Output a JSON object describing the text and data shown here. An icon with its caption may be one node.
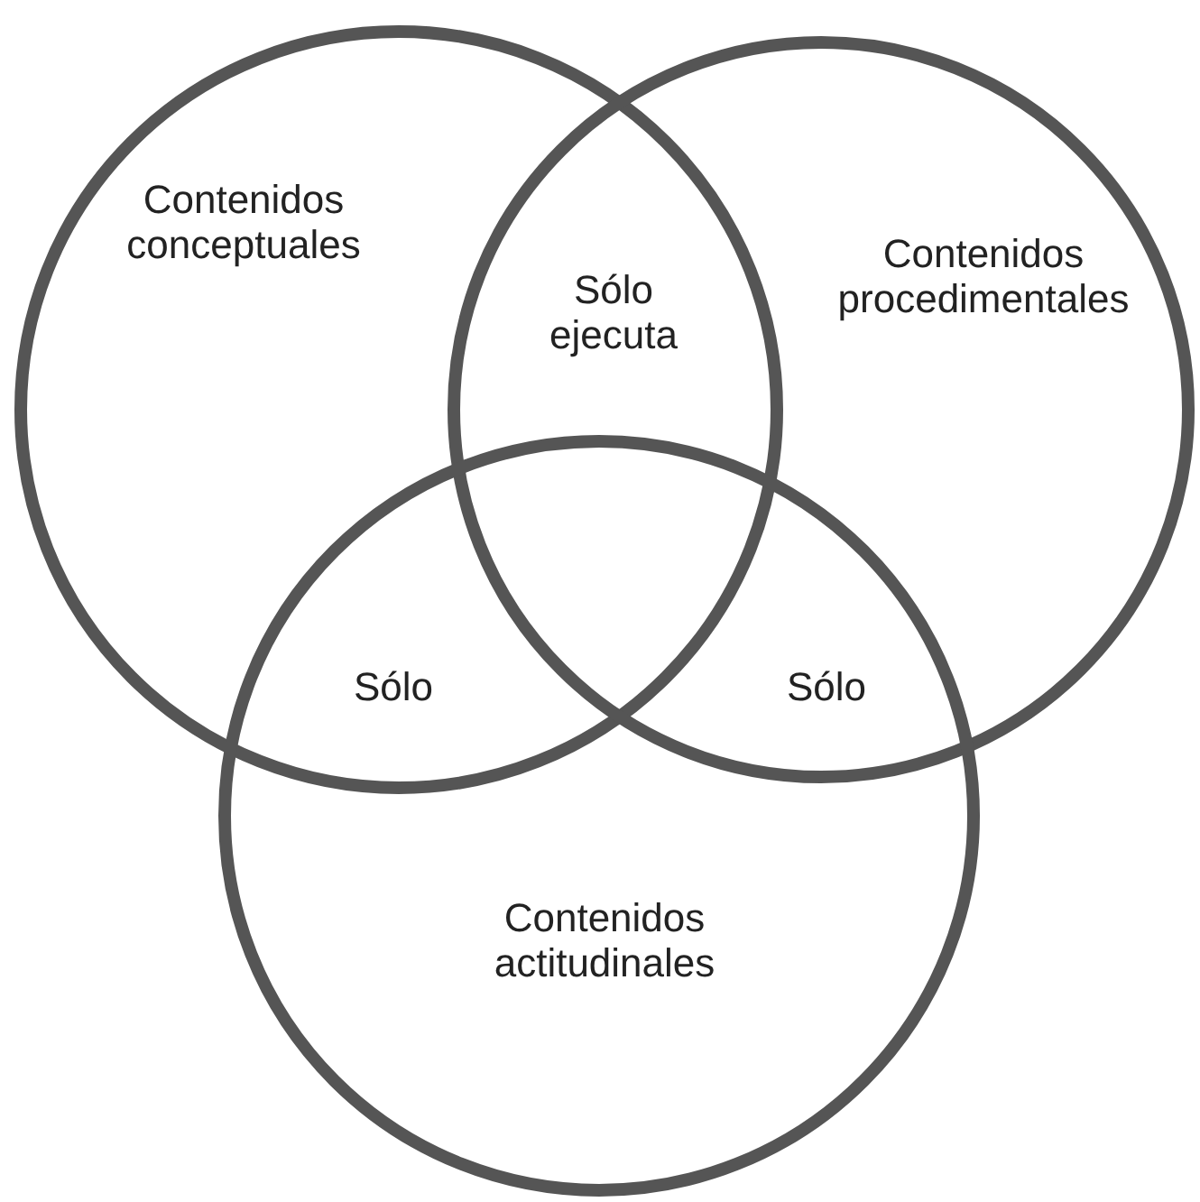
{
  "diagram": {
    "nodes": [
      {
        "text": [
          "Contenidos conceptuales"
        ]
      },
      {
        "text": [
          "Contenidos procedimentales"
        ]
      },
      {
        "text": [
          "Contenidos actitudinales"
        ]
      }
    ],
    "labels": [
      "Sólo ejecuta",
      "Sólo",
      "Sólo"
    ]
  }
}
